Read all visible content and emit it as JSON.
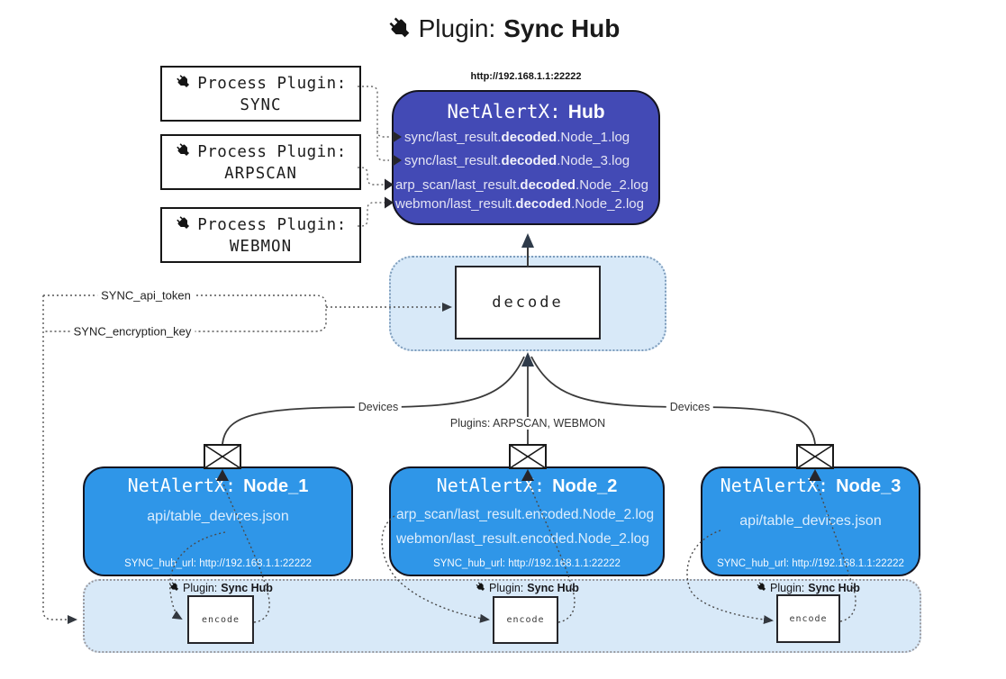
{
  "title": {
    "prefix": "Plugin:",
    "name": "Sync Hub"
  },
  "process_plugins": [
    {
      "label": "Process Plugin:",
      "name": "SYNC"
    },
    {
      "label": "Process Plugin:",
      "name": "ARPSCAN"
    },
    {
      "label": "Process Plugin:",
      "name": "WEBMON"
    }
  ],
  "hub": {
    "url": "http://192.168.1.1:22222",
    "title_prefix": "NetAlertX:",
    "title_name": "Hub",
    "logs": [
      {
        "pre": "sync/last_result.",
        "bold": "decoded",
        "post": ".Node_1.log"
      },
      {
        "pre": "sync/last_result.",
        "bold": "decoded",
        "post": ".Node_3.log"
      },
      {
        "pre": "arp_scan/last_result.",
        "bold": "decoded",
        "post": ".Node_2.log"
      },
      {
        "pre": "webmon/last_result.",
        "bold": "decoded",
        "post": ".Node_2.log"
      }
    ]
  },
  "decode_label": "decode",
  "tokens": {
    "api_token": "SYNC_api_token",
    "encryption_key": "SYNC_encryption_key"
  },
  "edge_labels": {
    "devices_left": "Devices",
    "plugins_mid": "Plugins: ARPSCAN, WEBMON",
    "devices_right": "Devices"
  },
  "nodes": [
    {
      "title_prefix": "NetAlertX:",
      "title_name": "Node_1",
      "files": [
        "api/table_devices.json"
      ],
      "hub_url": "SYNC_hub_url: http://192.168.1.1:22222"
    },
    {
      "title_prefix": "NetAlertX:",
      "title_name": "Node_2",
      "files": [
        "arp_scan/last_result.encoded.Node_2.log",
        "webmon/last_result.encoded.Node_2.log"
      ],
      "hub_url": "SYNC_hub_url: http://192.168.1.1:22222"
    },
    {
      "title_prefix": "NetAlertX:",
      "title_name": "Node_3",
      "files": [
        "api/table_devices.json"
      ],
      "hub_url": "SYNC_hub_url: http://192.168.1.1:22222"
    }
  ],
  "encoders": {
    "plugin_prefix": "Plugin:",
    "plugin_name": "Sync Hub",
    "encode_label": "encode"
  },
  "colors": {
    "hub_bg": "#434ab5",
    "node_bg": "#2f96e8",
    "panel_bg": "#d8e9f8",
    "arrow_dark": "#2f3b4a"
  }
}
